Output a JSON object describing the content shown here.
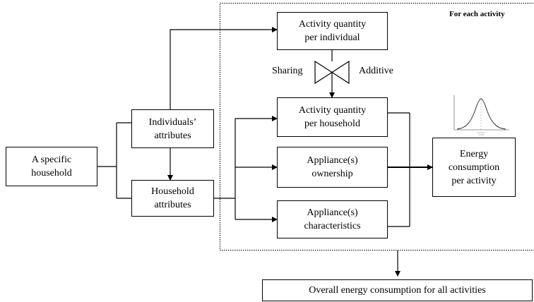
{
  "region": {
    "title": "For each activity"
  },
  "nodes": {
    "household": {
      "line1": "A specific",
      "line2": "household"
    },
    "individuals": {
      "line1": "Individuals’",
      "line2": "attributes"
    },
    "household_attr": {
      "line1": "Household",
      "line2": "attributes"
    },
    "aq_individual": {
      "line1": "Activity quantity",
      "line2": "per individual"
    },
    "aq_household": {
      "line1": "Activity quantity",
      "line2": "per household"
    },
    "ownership": {
      "line1": "Appliance(s)",
      "line2": "ownership"
    },
    "characteristics": {
      "line1": "Appliance(s)",
      "line2": "characteristics"
    },
    "energy_activity": {
      "line1": "Energy",
      "line2": "consumption",
      "line3": "per activity"
    },
    "overall": {
      "line1": "Overall energy consumption for all activities"
    }
  },
  "valve": {
    "left_label": "Sharing",
    "right_label": "Additive"
  },
  "colors": {
    "stroke": "#000000",
    "background": "#ffffff"
  },
  "icons": {
    "distribution": "normal-distribution-chart-icon"
  }
}
